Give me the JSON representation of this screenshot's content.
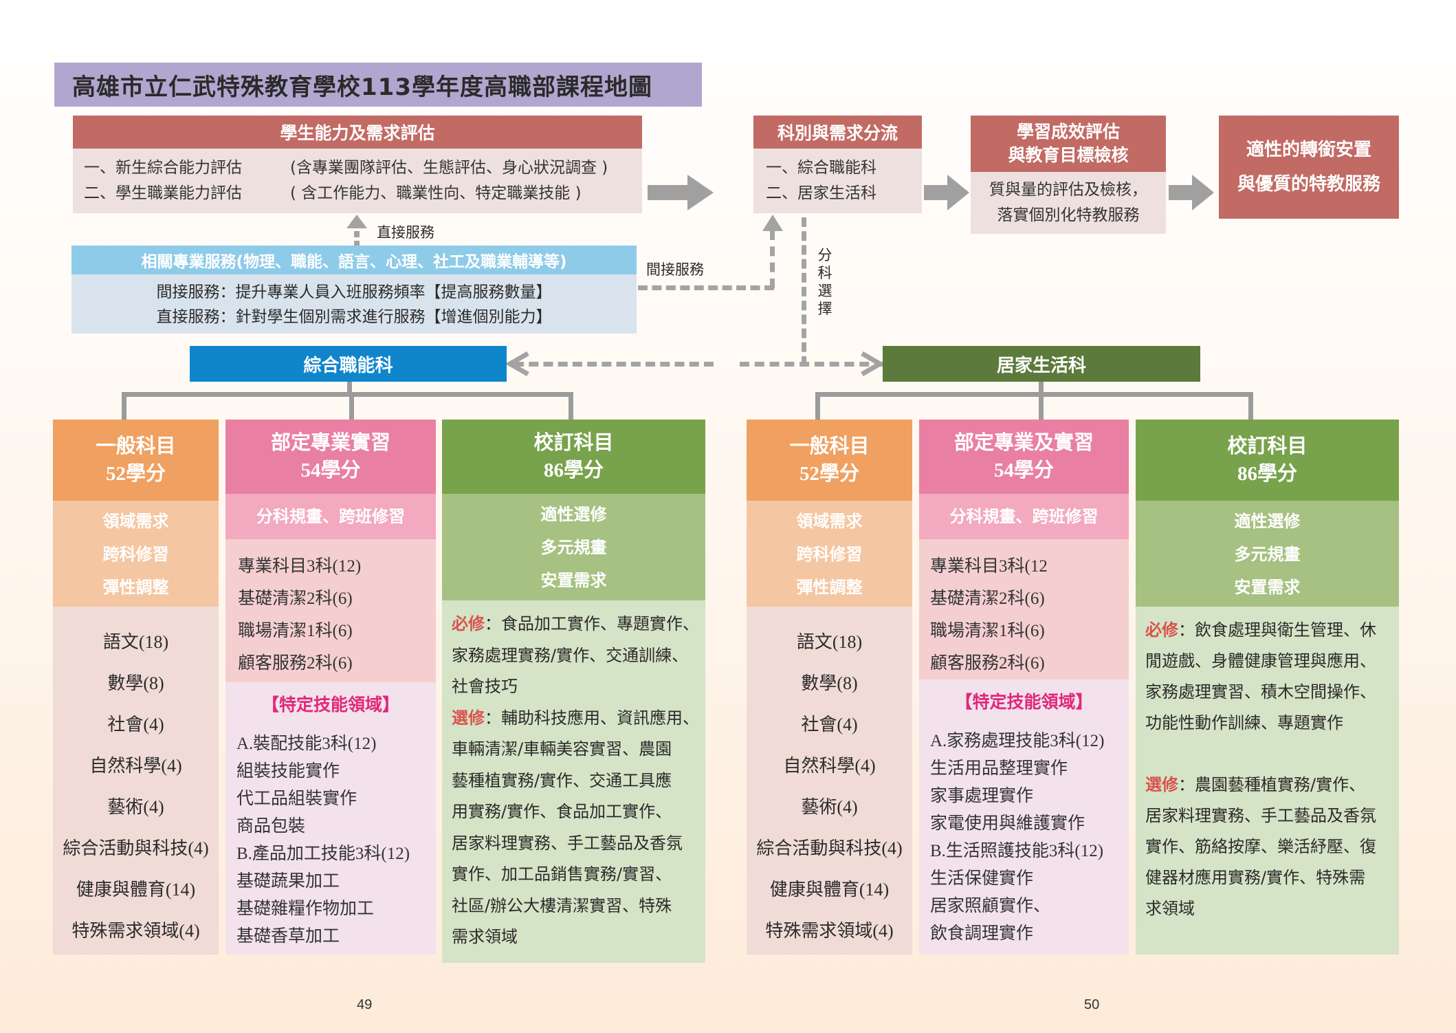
{
  "title": "高雄市立仁武特殊教育學校113學年度高職部課程地圖",
  "assessment": {
    "header": "學生能力及需求評估",
    "rows": [
      {
        "left": "一、新生綜合能力評估",
        "right": "(含專業團隊評估、生態評估、身心狀況調查 )"
      },
      {
        "left": "二、學生職業能力評估",
        "right": "( 含工作能力、職業性向、特定職業技能 )"
      }
    ]
  },
  "direct_label": "直接服務",
  "indirect_label": "間接服務",
  "related": {
    "header": "相關專業服務(物理、職能、語言、心理、社工及職業輔導等)",
    "rows": [
      "間接服務：提升專業人員入班服務頻率【提高服務數量】",
      "直接服務：針對學生個別需求進行服務【增進個別能力】"
    ]
  },
  "divert": {
    "header": "科別與需求分流",
    "rows": [
      "一、綜合職能科",
      "二、居家生活科"
    ]
  },
  "split_label": "分科選擇",
  "eval": {
    "header_lines": [
      "學習成效評估",
      "與教育目標檢核"
    ],
    "rows": [
      "質與量的評估及檢核，",
      "落實個別化特教服務"
    ]
  },
  "placement": {
    "lines": [
      "適性的轉銜安置",
      "與優質的特教服務"
    ]
  },
  "left_dept": {
    "name": "綜合職能科",
    "general": {
      "title": "一般科目",
      "credits": "52學分",
      "sub": [
        "領域需求",
        "跨科修習",
        "彈性調整"
      ],
      "items": [
        "語文(18)",
        "數學(8)",
        "社會(4)",
        "自然科學(4)",
        "藝術(4)",
        "綜合活動與科技(4)",
        "健康與體育(14)",
        "特殊需求領域(4)"
      ]
    },
    "practice": {
      "title": "部定專業實習",
      "credits": "54學分",
      "sub": "分科規畫、跨班修習",
      "items": [
        "專業科目3科(12)",
        "基礎清潔2科(6)",
        "職場清潔1科(6)",
        "顧客服務2科(6)"
      ],
      "special_title": "【特定技能領域】",
      "special_items": [
        "A.裝配技能3科(12)",
        "組裝技能實作",
        "代工品組裝實作",
        "商品包裝",
        "B.產品加工技能3科(12)",
        "基礎蔬果加工",
        "基礎雜糧作物加工",
        "基礎香草加工"
      ]
    },
    "school": {
      "title": "校訂科目",
      "credits": "86學分",
      "sub": [
        "適性選修",
        "多元規畫",
        "安置需求"
      ],
      "required_label": "必修",
      "required_lines": [
        "：食品加工實作、專題實作、",
        "家務處理實務/實作、交通訓練、",
        "社會技巧"
      ],
      "elective_label": "選修",
      "elective_lines": [
        "：輔助科技應用、資訊應用、",
        "車輛清潔/車輛美容實習、農園",
        "藝種植實務/實作、交通工具應",
        "用實務/實作、食品加工實作、",
        "居家料理實務、手工藝品及香氛",
        "實作、加工品銷售實務/實習、",
        "社區/辦公大樓清潔實習、特殊",
        "需求領域"
      ]
    }
  },
  "right_dept": {
    "name": "居家生活科",
    "general": {
      "title": "一般科目",
      "credits": "52學分",
      "sub": [
        "領域需求",
        "跨科修習",
        "彈性調整"
      ],
      "items": [
        "語文(18)",
        "數學(8)",
        "社會(4)",
        "自然科學(4)",
        "藝術(4)",
        "綜合活動與科技(4)",
        "健康與體育(14)",
        "特殊需求領域(4)"
      ]
    },
    "practice": {
      "title": "部定專業及實習",
      "credits": "54學分",
      "sub": "分科規畫、跨班修習",
      "items": [
        "專業科目3科(12",
        "基礎清潔2科(6)",
        "職場清潔1科(6)",
        "顧客服務2科(6)"
      ],
      "special_title": "【特定技能領域】",
      "special_items": [
        "A.家務處理技能3科(12)",
        "生活用品整理實作",
        "家事處理實作",
        "家電使用與維護實作",
        "B.生活照護技能3科(12)",
        "生活保健實作",
        "居家照顧實作、",
        "飲食調理實作"
      ]
    },
    "school": {
      "title": "校訂科目",
      "credits": "86學分",
      "sub": [
        "適性選修",
        "多元規畫",
        "安置需求"
      ],
      "required_label": "必修",
      "required_lines": [
        "：飲食處理與衛生管理、休",
        "閒遊戲、身體健康管理與應用、",
        "家務處理實習、積木空間操作、",
        "功能性動作訓練、專題實作"
      ],
      "elective_label": "選修",
      "elective_lines": [
        "：農園藝種植實務/實作、",
        "居家料理實務、手工藝品及香氛",
        "實作、筋絡按摩、樂活紓壓、復",
        "健器材應用實務/實作、特殊需",
        "求領域"
      ]
    }
  },
  "pages": {
    "left": "49",
    "right": "50"
  },
  "colors": {
    "title_bg": "#b1a6cf",
    "red_header": "#c26a64",
    "light_blue": "#8ecbe8",
    "blue": "#0f86cc",
    "dark_green": "#5b7a3b",
    "orange": "#f0a060",
    "pink": "#e97fa3",
    "green": "#78a24c",
    "accent_red": "#d9544f",
    "accent_pink": "#e0287a"
  },
  "icons": [
    "arrow-right-icon",
    "arrow-up-icon",
    "arrow-left-icon"
  ]
}
